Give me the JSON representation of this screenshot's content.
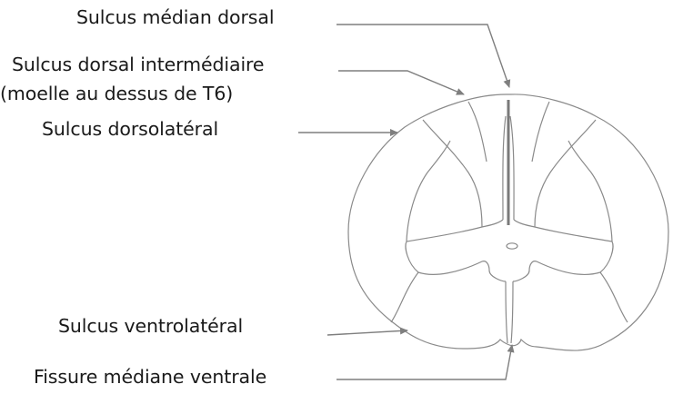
{
  "labels": {
    "dorsal_median": "Sulcus médian dorsal",
    "dorsal_intermediate_line1": "Sulcus dorsal intermédiaire",
    "dorsal_intermediate_line2": "(moelle au dessus de T6)",
    "dorsolateral": "Sulcus dorsolatéral",
    "ventrolateral": "Sulcus ventrolatéral",
    "ventral_fissure": "Fissure médiane ventrale"
  },
  "colors": {
    "outline": "#8a8a8a",
    "pointer": "#7f7f7f",
    "text": "#1a1a1a"
  }
}
